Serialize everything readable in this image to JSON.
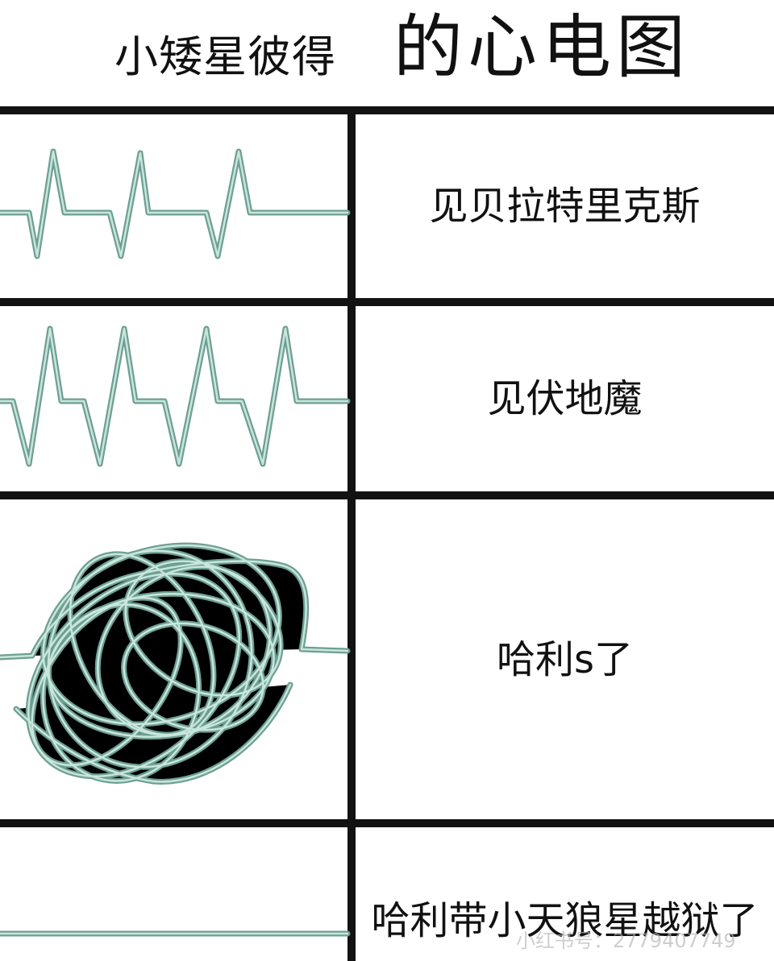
{
  "title": {
    "prefix": "小矮星彼得",
    "main": "的心电图"
  },
  "rows": [
    {
      "label": "见贝拉特里克斯"
    },
    {
      "label": "见伏地魔"
    },
    {
      "label": "哈利s了"
    },
    {
      "label": "哈利带小天狼星越狱了"
    }
  ],
  "watermark": "小红书号：2779407749",
  "colors": {
    "line": "#121212",
    "ecg_outer": "#6e9f93",
    "ecg_inner": "#c9e6dc"
  }
}
